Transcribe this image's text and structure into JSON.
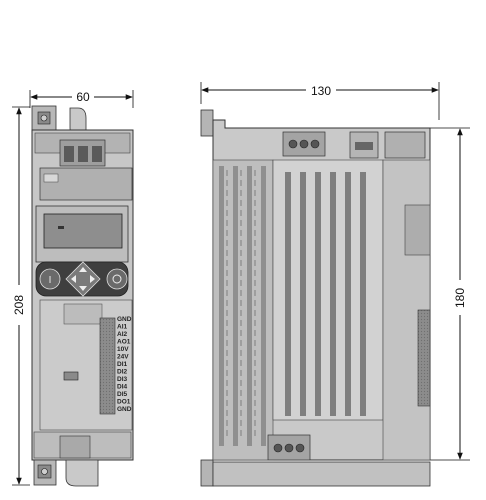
{
  "front_view": {
    "width_dim": "60",
    "height_dim": "208",
    "terminal_labels": [
      "GND",
      "AI1",
      "AI2",
      "AO1",
      "10V",
      "24V",
      "DI1",
      "DI2",
      "DI3",
      "DI4",
      "DI5",
      "DO1",
      "GND"
    ]
  },
  "side_view": {
    "depth_dim": "130",
    "height_dim": "180"
  }
}
